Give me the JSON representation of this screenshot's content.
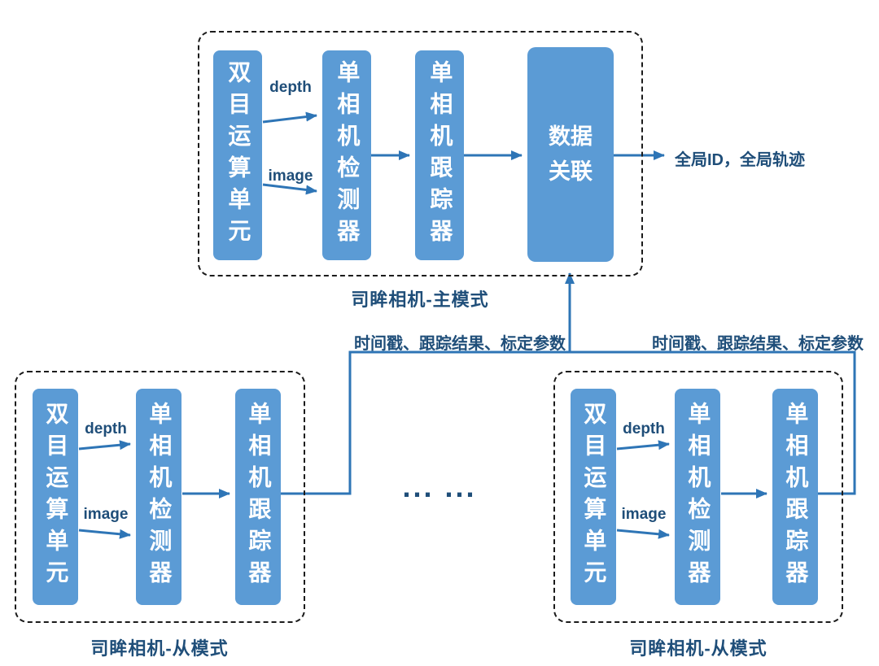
{
  "colors": {
    "box_fill": "#5B9BD5",
    "box_text": "#FFFFFF",
    "line": "#2E75B6",
    "label": "#1F4E79"
  },
  "master": {
    "caption": "司眸相机-主模式",
    "stereo_unit": "双目运算单元",
    "detector": "单相机检测器",
    "tracker": "单相机跟踪器",
    "association": "数据\n关联",
    "depth_label": "depth",
    "image_label": "image",
    "output_label": "全局ID，全局轨迹"
  },
  "slave_left": {
    "caption": "司眸相机-从模式",
    "stereo_unit": "双目运算单元",
    "detector": "单相机检测器",
    "tracker": "单相机跟踪器",
    "depth_label": "depth",
    "image_label": "image",
    "uplink_label": "时间戳、跟踪结果、标定参数"
  },
  "slave_right": {
    "caption": "司眸相机-从模式",
    "stereo_unit": "双目运算单元",
    "detector": "单相机检测器",
    "tracker": "单相机跟踪器",
    "depth_label": "depth",
    "image_label": "image",
    "uplink_label": "时间戳、跟踪结果、标定参数"
  },
  "ellipsis": "... ..."
}
